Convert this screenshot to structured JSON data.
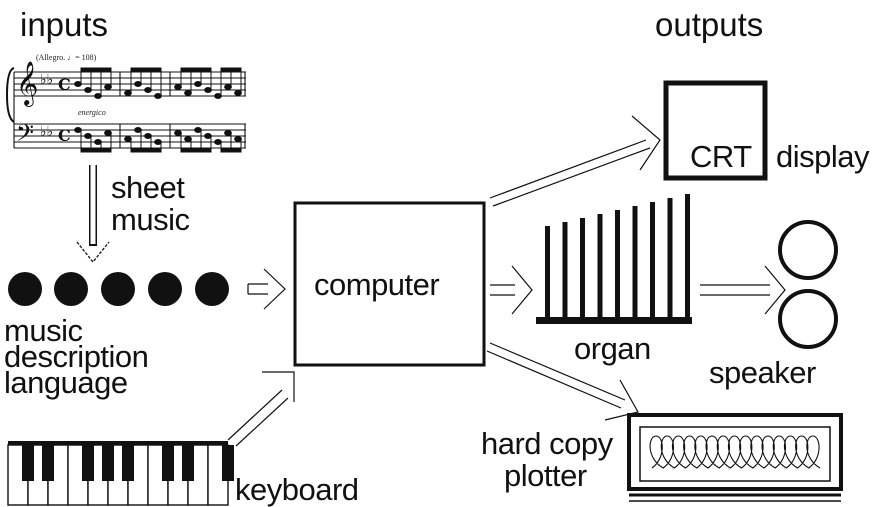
{
  "headers": {
    "inputs": "inputs",
    "outputs": "outputs"
  },
  "inputs": {
    "sheet_music": {
      "tempo_mark": "(Allegro. ♩= 108)",
      "expression": "energico",
      "label_line1": "sheet",
      "label_line2": "music"
    },
    "description_language": {
      "label_line1": "music",
      "label_line2": "description",
      "label_line3": "language",
      "dot_count": 5
    },
    "keyboard": {
      "label": "keyboard"
    }
  },
  "computer": {
    "label": "computer"
  },
  "outputs": {
    "display": {
      "screen_text": "CRT",
      "label": "display"
    },
    "organ": {
      "label": "organ",
      "pipe_count": 9
    },
    "speaker": {
      "label": "speaker"
    },
    "plotter": {
      "label_line1": "hard copy",
      "label_line2": "plotter"
    }
  },
  "colors": {
    "ink": "#111111",
    "paper": "#ffffff"
  }
}
